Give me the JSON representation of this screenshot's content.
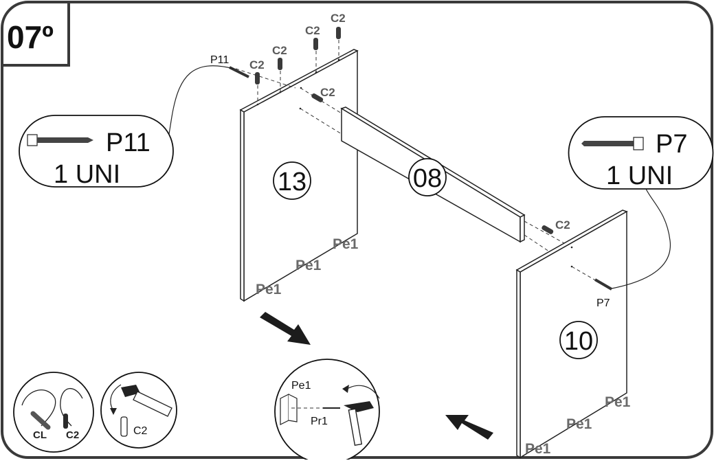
{
  "step": {
    "label": "07º"
  },
  "parts": {
    "panel_13": "13",
    "panel_08": "08",
    "panel_10": "10"
  },
  "hardware": {
    "dowel": "C2",
    "screw_left": "P11",
    "screw_right": "P7",
    "edge_band": "Pe1",
    "nail": "Pr1",
    "glue": "CL"
  },
  "callouts": {
    "left": {
      "code": "P11",
      "qty": "1 UNI"
    },
    "right": {
      "code": "P7",
      "qty": "1 UNI"
    }
  },
  "tips": {
    "glue_labels": [
      "CL",
      "C2"
    ],
    "hammer_label": "C2",
    "edge_labels": [
      "Pe1",
      "Pr1"
    ]
  },
  "colors": {
    "line": "#222222",
    "dowel": "#3a3a3a",
    "label_grey": "#5a5a5a"
  }
}
